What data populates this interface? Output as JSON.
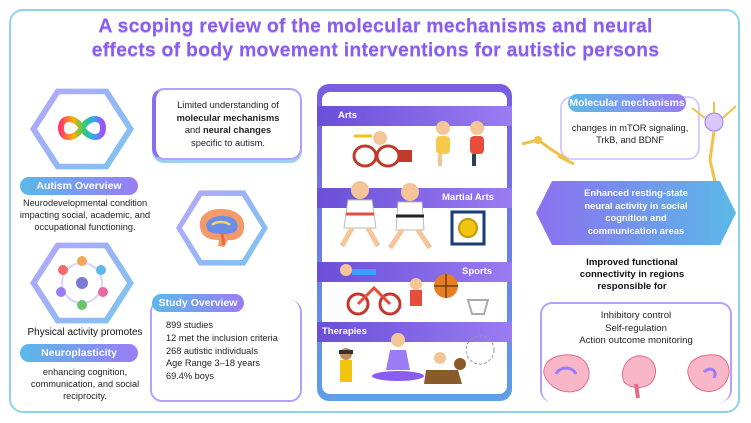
{
  "title": {
    "line1": "A scoping review of the molecular mechanisms and neural",
    "line2": "effects of body movement interventions for autistic persons"
  },
  "autism": {
    "label": "Autism Overview",
    "text": "Neurodevelopmental condition impacting social, academic, and occupational functioning."
  },
  "limited": {
    "pre": "Limited understanding of",
    "bold1": "molecular mechanisms",
    "mid": "and",
    "bold2": "neural changes",
    "post": "specific to autism."
  },
  "physical": {
    "lead": "Physical activity promotes",
    "label": "Neuroplasticity",
    "text": "enhancing cognition, communication, and social reciprocity."
  },
  "study": {
    "label": "Study Overview",
    "items": [
      "899 studies",
      "12 met the inclusion criteria",
      "268 autistic individuals",
      "Age Range 3–18 years",
      "69.4% boys"
    ]
  },
  "interventions": {
    "arts": "Arts",
    "martial": "Martial Arts",
    "sports": "Sports",
    "therapies": "Therapies"
  },
  "molecular": {
    "label": "Molecular mechanisms",
    "text": "changes in mTOR signaling, TrkB, and BDNF"
  },
  "resting": {
    "text": "Enhanced resting-state neural activity in social cognition and communication areas"
  },
  "connectivity": {
    "text": "Improved functional connectivity in regions responsible for",
    "items": [
      "Inhibitory control",
      "Self-regulation",
      "Action outcome monitoring"
    ]
  },
  "colors": {
    "title": "#8a5cf0",
    "accent_blue": "#5ab9e8",
    "accent_purple": "#9b7cf5"
  }
}
